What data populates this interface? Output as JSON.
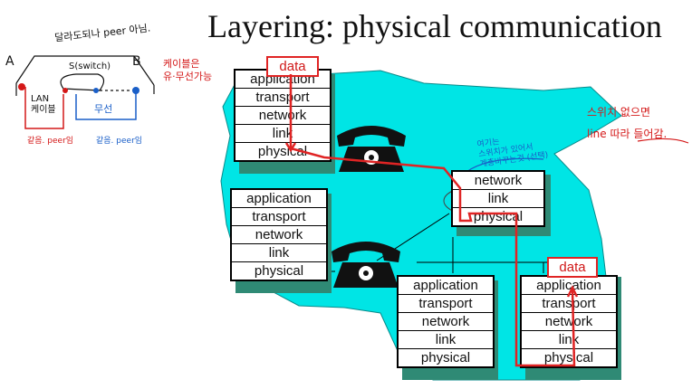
{
  "title": "Layering: physical communication",
  "stacks": {
    "top_left": [
      "application",
      "transport",
      "network",
      "link",
      "physical"
    ],
    "mid_left": [
      "application",
      "transport",
      "network",
      "link",
      "physical"
    ],
    "bottom_mid": [
      "application",
      "transport",
      "network",
      "link",
      "physical"
    ],
    "bottom_right": [
      "application",
      "transport",
      "network",
      "link",
      "physical"
    ],
    "switch": [
      "network",
      "link",
      "physical"
    ]
  },
  "data_label": "data",
  "annotations": {
    "top_note": "달라도되나 peer 아님.",
    "label_a": "A",
    "label_b": "B",
    "switch_label": "S(switch)",
    "lan_cable": "LAN\n케이블",
    "wireless": "무선",
    "same_peer_left": "같음. peer임",
    "same_peer_right": "같음. peer임",
    "cable_can": "케이블은\n유·무선가능",
    "switch_note": "여기는\n스위치가 있어서\n계층바꾸는것 (선택)",
    "no_switch_note": "스위치 없으면\nline 따라 들어감."
  },
  "colors": {
    "cloud": "#00e5e5",
    "stack_shadow": "#2f8a75",
    "signal": "#e02424",
    "note_red": "#d41818",
    "note_blue": "#1a5fc8"
  }
}
